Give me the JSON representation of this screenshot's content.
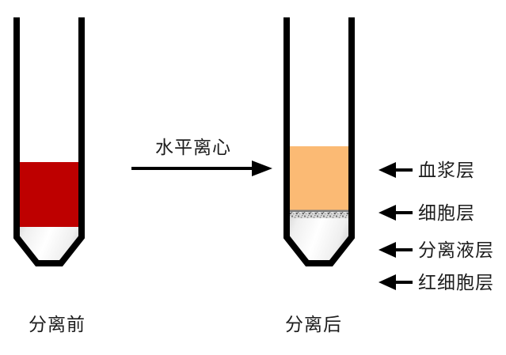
{
  "diagram": {
    "title_text": "",
    "process": {
      "label": "水平离心",
      "arrow_icon": "right-arrow-icon"
    },
    "tube_before": {
      "caption": "分离前",
      "contents": [
        {
          "name": "blood-sample",
          "label": "",
          "color": "#BE0000"
        },
        {
          "name": "separation-fluid",
          "label": "",
          "color": "#E9E9E9"
        }
      ]
    },
    "tube_after": {
      "caption": "分离后",
      "contents": [
        {
          "name": "plasma-layer",
          "label": "血浆层",
          "color": "#FBBA74"
        },
        {
          "name": "cell-layer",
          "label": "细胞层",
          "color": "#9A9A9A"
        },
        {
          "name": "separation-fluid-layer",
          "label": "分离液层",
          "color": "#EDEDED"
        },
        {
          "name": "red-cell-layer",
          "label": "红细胞层",
          "color": "#BE0000"
        }
      ]
    },
    "callouts": [
      {
        "name": "callout-plasma",
        "arrow_icon": "left-arrow-icon",
        "label": "血浆层"
      },
      {
        "name": "callout-cells",
        "arrow_icon": "left-arrow-icon",
        "label": "细胞层"
      },
      {
        "name": "callout-sepfluid",
        "arrow_icon": "left-arrow-icon",
        "label": "分离液层"
      },
      {
        "name": "callout-rbc",
        "arrow_icon": "left-arrow-icon",
        "label": "红细胞层"
      }
    ],
    "colors": {
      "outline": "#000000",
      "blood_red": "#BE0000",
      "plasma_orange": "#FBBA74",
      "cell_gray": "#9A9A9A",
      "fluid_silver": "#EDEDED",
      "background": "#FFFFFF",
      "text": "#1D1D1D"
    }
  }
}
